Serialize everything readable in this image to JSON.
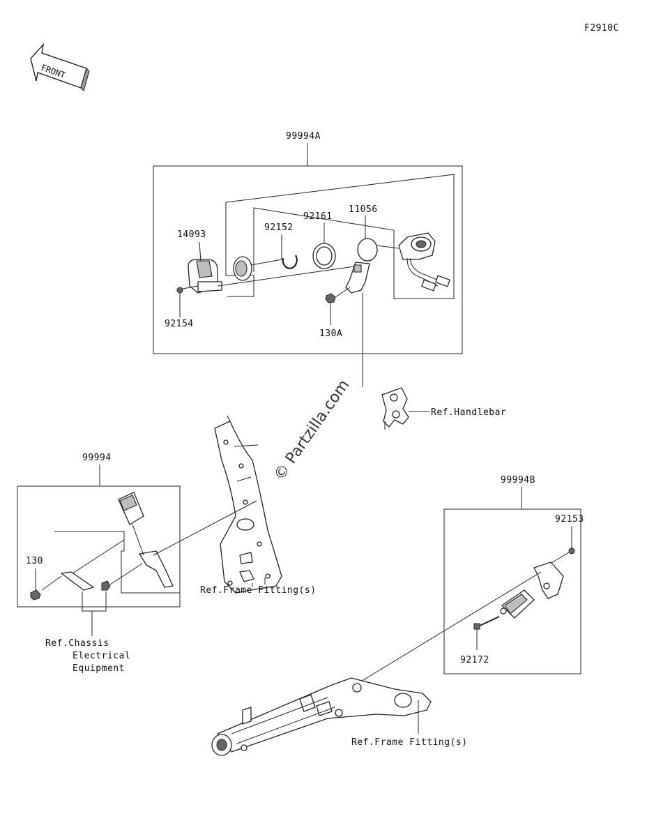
{
  "diagram": {
    "figure_code": "F2910C",
    "front_arrow_label": "FRONT",
    "watermark": "© Partzilla.com",
    "assemblies": {
      "a": {
        "code": "99994A"
      },
      "main": {
        "code": "99994"
      },
      "b": {
        "code": "99994B"
      }
    },
    "parts": {
      "p14093": "14093",
      "p92152": "92152",
      "p92161": "92161",
      "p11056": "11056",
      "p92154": "92154",
      "p130A": "130A",
      "p130": "130",
      "p92153": "92153",
      "p92172": "92172"
    },
    "refs": {
      "handlebar": "Ref.Handlebar",
      "frame_fitting_1": "Ref.Frame Fitting(s)",
      "frame_fitting_2": "Ref.Frame Fitting(s)",
      "chassis_line1": "Ref.Chassis",
      "chassis_line2": "Electrical",
      "chassis_line3": "Equipment"
    }
  }
}
